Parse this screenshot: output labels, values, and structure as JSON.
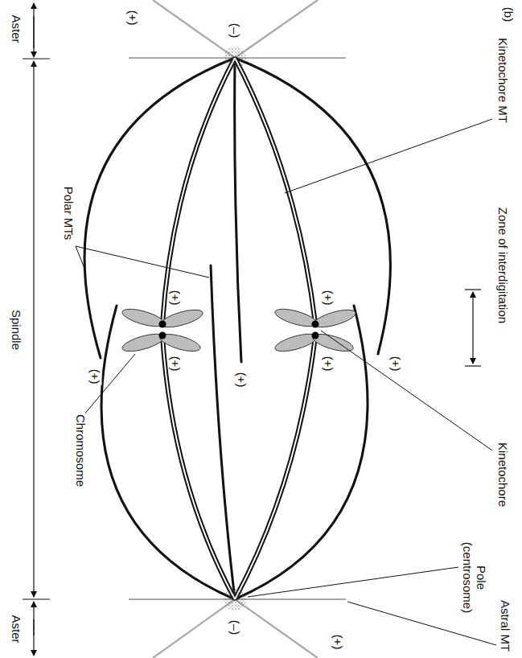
{
  "diagram": {
    "labels": [
      "(b)",
      "Kinetochore MT",
      "Zone of interdigitation",
      "(+)",
      "(–)",
      "Kinetochore",
      "(+)",
      "(+)",
      "(+)",
      "(+)",
      "(+)",
      "(+)",
      "(+)",
      "Polar MTs",
      "Chromosome",
      "Pole (centrosome)",
      "Astral MT",
      "(–)",
      "(+)",
      "Aster",
      "Spindle",
      "Aster"
    ]
  }
}
